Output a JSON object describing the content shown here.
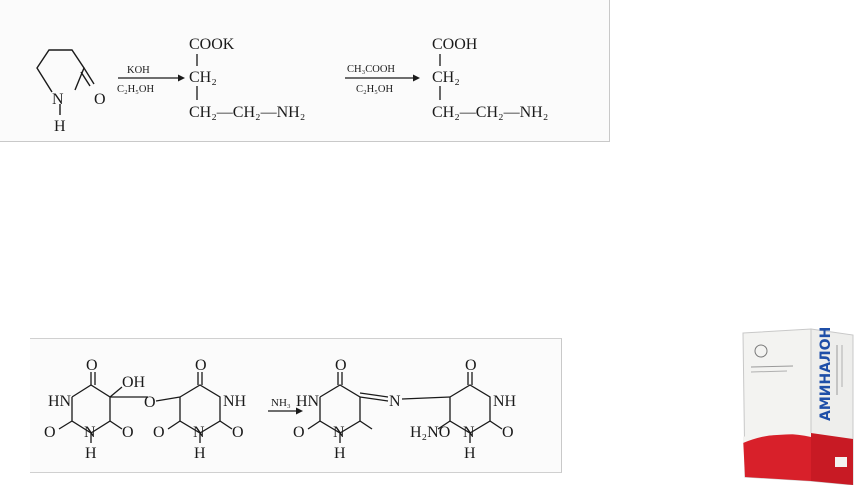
{
  "reaction_top": {
    "reactant": {
      "n_label": "N",
      "h_label": "H",
      "o_label": "O"
    },
    "step1": {
      "reagent_top": "KOH",
      "reagent_bottom": "C₂H₅OH"
    },
    "intermediate": {
      "group": "COOK",
      "row2": "CH₂",
      "row3": "CH₂—CH₂—NH₂"
    },
    "step2": {
      "reagent_top": "CH₃COOH",
      "reagent_bottom": "C₂H₅OH"
    },
    "product": {
      "group": "COOH",
      "row2": "CH₂",
      "row3": "CH₂—CH₂—NH₂"
    }
  },
  "reaction_bottom": {
    "reagent": "NH₃",
    "labels": {
      "O": "O",
      "HN": "HN",
      "NH": "NH",
      "N": "N",
      "H": "H",
      "OH": "OH",
      "H2NO": "H₂NO"
    }
  },
  "drug_box": {
    "brand": "АМИНАЛОН",
    "colors": {
      "red": "#d8202a",
      "white": "#f4f4f2",
      "shadow": "#cfd0d0"
    }
  }
}
